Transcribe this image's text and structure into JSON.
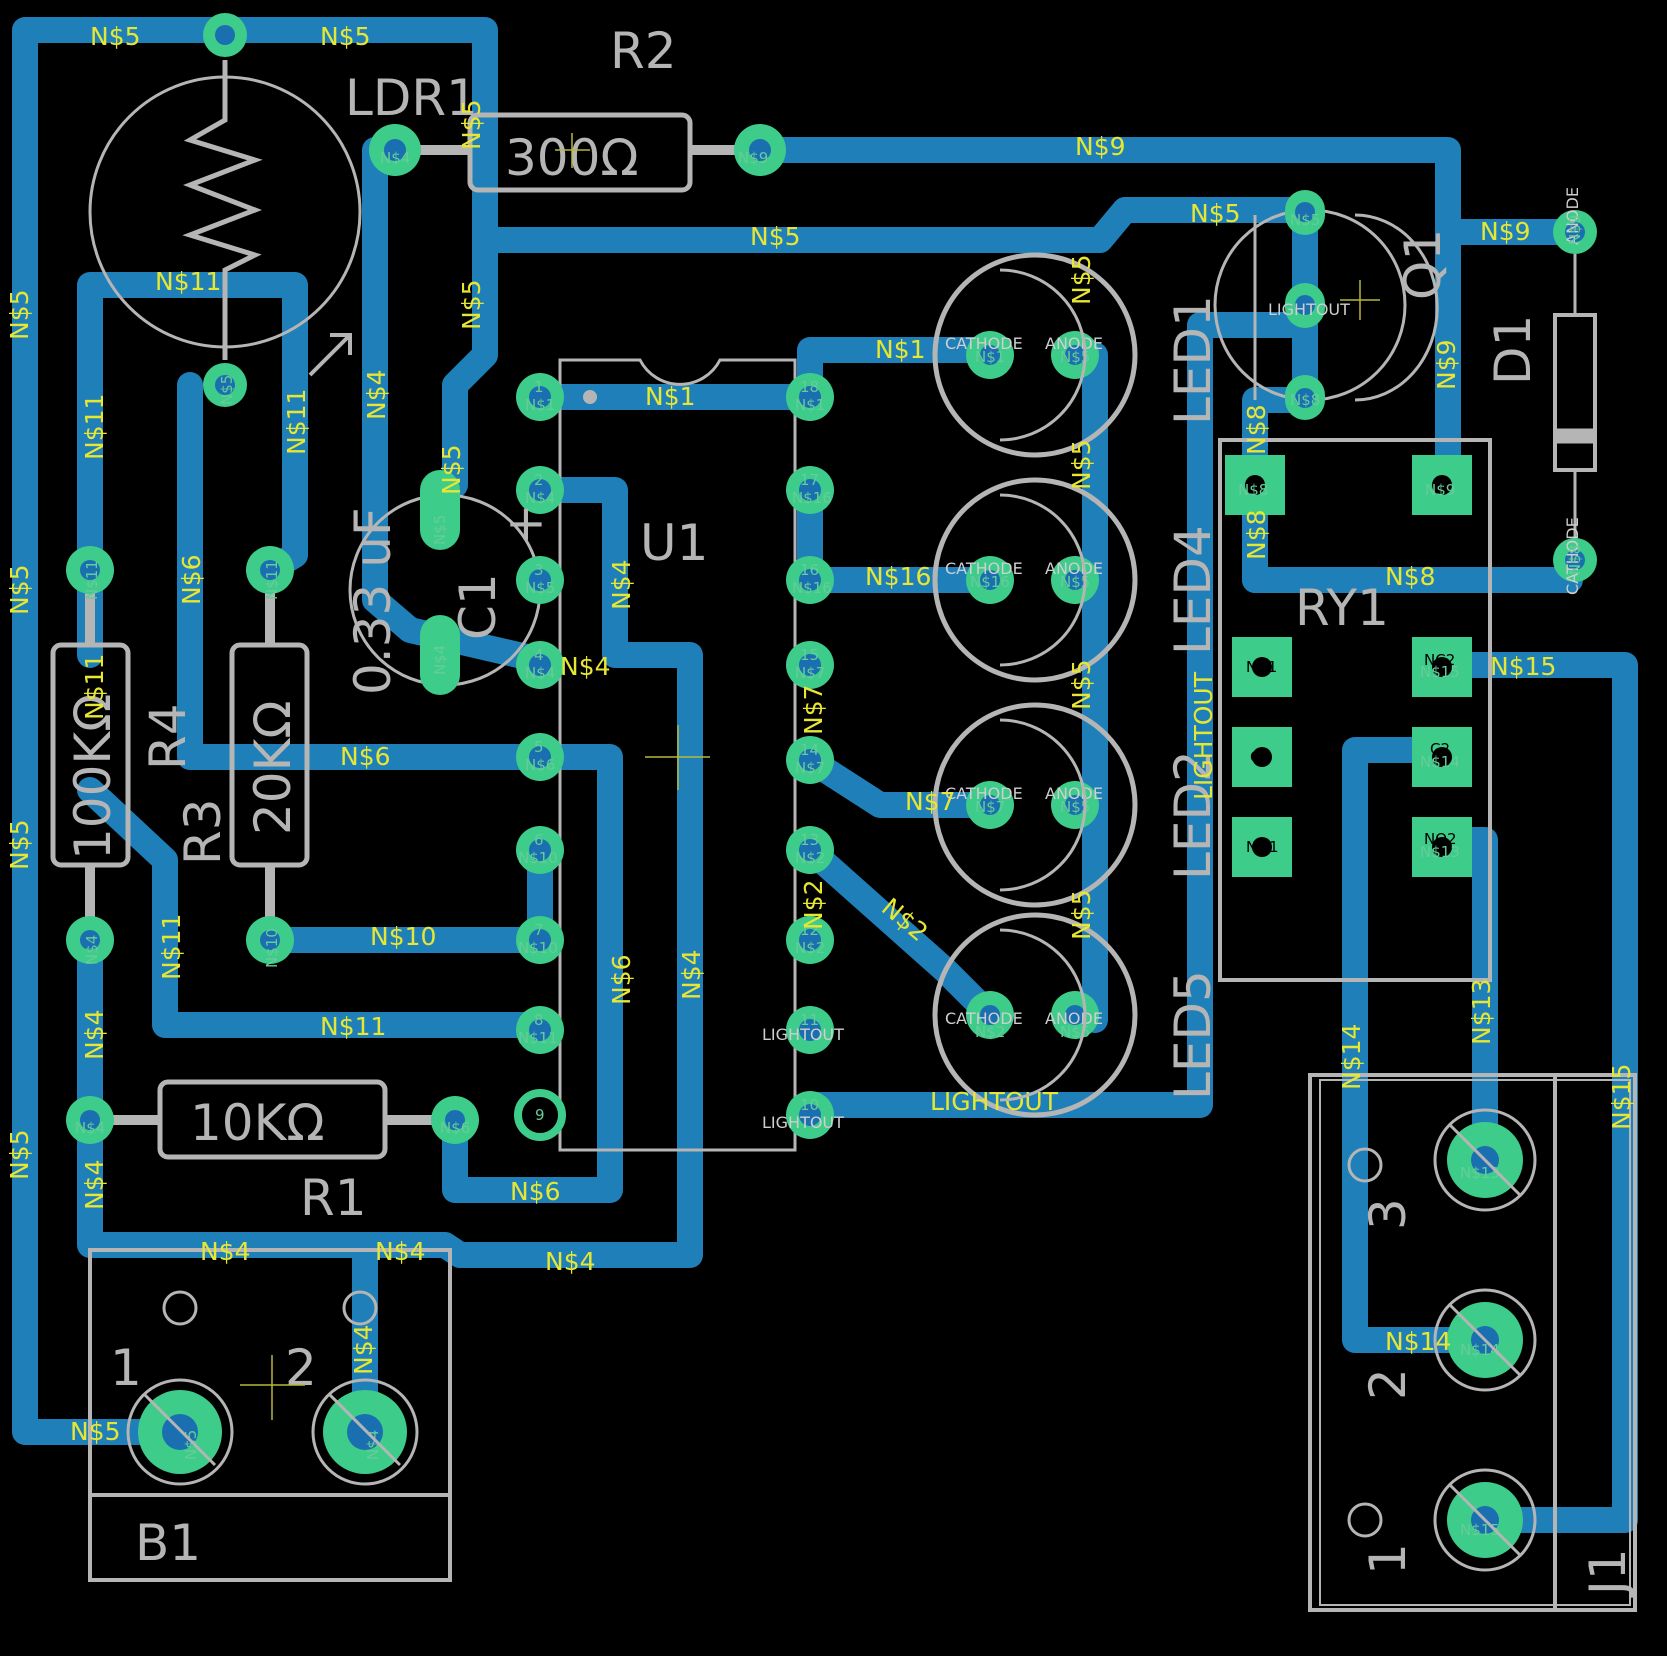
{
  "colors": {
    "background": "#000000",
    "trace": "#1f7fb8",
    "pad": "#3dcc8a",
    "silkscreen": "#b5b5b5",
    "net_label": "#e6e633"
  },
  "components": {
    "r2": {
      "name": "R2",
      "value": "300Ω"
    },
    "ldr1": {
      "name": "LDR1"
    },
    "r1": {
      "name": "R1",
      "value": "10KΩ"
    },
    "r3": {
      "name": "R3",
      "value": "20KΩ"
    },
    "r4": {
      "name": "R4",
      "value": "100KΩ"
    },
    "c1": {
      "name": "C1",
      "value": "0.33 uF",
      "plus": "+"
    },
    "u1": {
      "name": "U1"
    },
    "led1": {
      "name": "LED1"
    },
    "led2": {
      "name": "LED2"
    },
    "led4": {
      "name": "LED4"
    },
    "led5": {
      "name": "LED5"
    },
    "q1": {
      "name": "Q1"
    },
    "d1": {
      "name": "D1",
      "anode": "ANODE",
      "cathode": "CATHODE"
    },
    "ry1": {
      "name": "RY1",
      "pins": [
        "NC1",
        "C1",
        "NO1",
        "NC2",
        "C2",
        "NO2"
      ]
    },
    "b1": {
      "name": "B1",
      "pin1": "1",
      "pin2": "2"
    },
    "j1": {
      "name": "J1",
      "pin1": "1",
      "pin2": "2",
      "pin3": "3"
    },
    "led_pins": {
      "cathode": "CATHODE",
      "anode": "ANODE"
    },
    "lightout": "LIGHTOUT"
  },
  "u1_pins": [
    "1",
    "2",
    "3",
    "4",
    "5",
    "6",
    "7",
    "8",
    "9",
    "10",
    "11",
    "12",
    "13",
    "14",
    "15",
    "16",
    "17",
    "18"
  ],
  "nets": {
    "n1": "N$1",
    "n2": "N$2",
    "n4": "N$4",
    "n5": "N$5",
    "n6": "N$6",
    "n7": "N$7",
    "n8": "N$8",
    "n9": "N$9",
    "n10": "N$10",
    "n11": "N$11",
    "n13": "N$13",
    "n14": "N$14",
    "n15": "N$15",
    "n16": "N$16",
    "lightout": "LIGHTOUT"
  }
}
